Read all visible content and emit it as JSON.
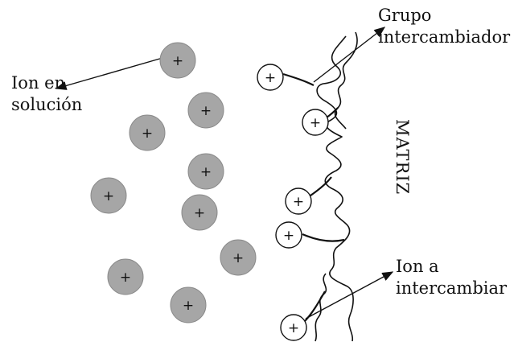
{
  "labels": {
    "ion_solucion_line1": "Ion en",
    "ion_solucion_line2": "solución",
    "grupo_line1": "Grupo",
    "grupo_line2": "intercambiador",
    "ion_intercambiar_line1": "Ion a",
    "ion_intercambiar_line2": "intercambiar",
    "matriz": "MATRIZ"
  },
  "ion_symbol": "+",
  "colors": {
    "solution_ion_fill": "#a6a6a6",
    "bound_ion_fill": "#ffffff",
    "stroke": "#111111"
  }
}
